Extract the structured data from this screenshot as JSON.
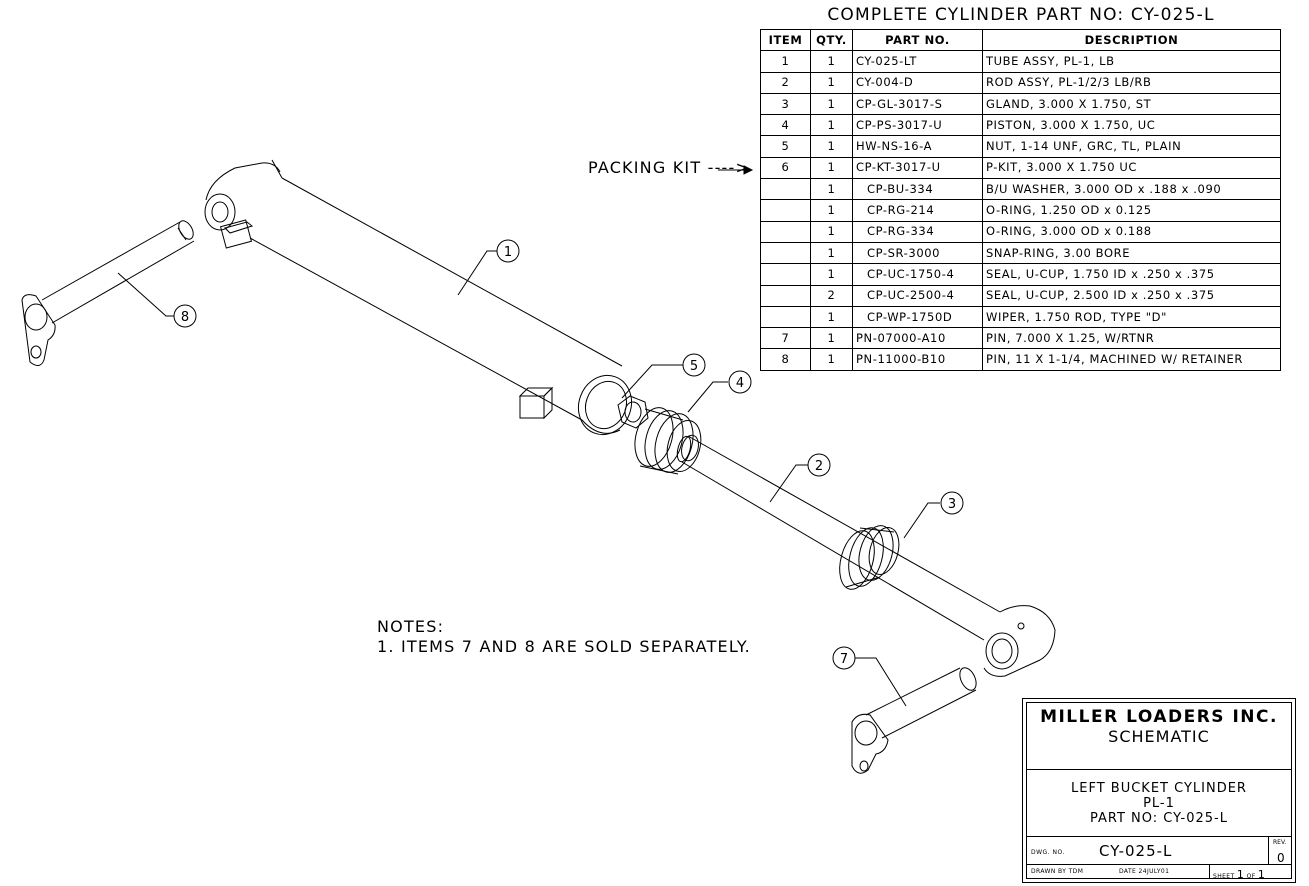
{
  "bom": {
    "title": "COMPLETE CYLINDER PART NO: CY-025-L",
    "headers": {
      "item": "ITEM",
      "qty": "QTY.",
      "part": "PART NO.",
      "desc": "DESCRIPTION"
    },
    "rows": [
      {
        "item": "1",
        "qty": "1",
        "part": "CY-025-LT",
        "desc": "TUBE ASSY, PL-1, LB"
      },
      {
        "item": "2",
        "qty": "1",
        "part": "CY-004-D",
        "desc": "ROD ASSY, PL-1/2/3 LB/RB"
      },
      {
        "item": "3",
        "qty": "1",
        "part": "CP-GL-3017-S",
        "desc": "GLAND, 3.000 X 1.750, ST"
      },
      {
        "item": "4",
        "qty": "1",
        "part": "CP-PS-3017-U",
        "desc": "PISTON, 3.000 X 1.750, UC"
      },
      {
        "item": "5",
        "qty": "1",
        "part": "HW-NS-16-A",
        "desc": "NUT, 1-14 UNF, GRC, TL, PLAIN"
      },
      {
        "item": "6",
        "qty": "1",
        "part": "CP-KT-3017-U",
        "desc": "P-KIT, 3.000 X 1.750 UC"
      },
      {
        "item": "",
        "qty": "1",
        "part": "CP-BU-334",
        "desc": "B/U WASHER, 3.000 OD x .188 x .090",
        "sub": true
      },
      {
        "item": "",
        "qty": "1",
        "part": "CP-RG-214",
        "desc": "O-RING, 1.250 OD x 0.125",
        "sub": true
      },
      {
        "item": "",
        "qty": "1",
        "part": "CP-RG-334",
        "desc": "O-RING, 3.000 OD x 0.188",
        "sub": true
      },
      {
        "item": "",
        "qty": "1",
        "part": "CP-SR-3000",
        "desc": "SNAP-RING, 3.00 BORE",
        "sub": true
      },
      {
        "item": "",
        "qty": "1",
        "part": "CP-UC-1750-4",
        "desc": "SEAL, U-CUP, 1.750 ID x .250 x .375",
        "sub": true
      },
      {
        "item": "",
        "qty": "2",
        "part": "CP-UC-2500-4",
        "desc": "SEAL, U-CUP, 2.500 ID x .250 x .375",
        "sub": true
      },
      {
        "item": "",
        "qty": "1",
        "part": "CP-WP-1750D",
        "desc": "WIPER, 1.750 ROD, TYPE \"D\"",
        "sub": true
      },
      {
        "item": "7",
        "qty": "1",
        "part": "PN-07000-A10",
        "desc": "PIN, 7.000 X 1.25, W/RTNR"
      },
      {
        "item": "8",
        "qty": "1",
        "part": "PN-11000-B10",
        "desc": "PIN, 11 X 1-1/4, MACHINED W/ RETAINER"
      }
    ]
  },
  "packing_kit_label": "PACKING KIT ---->",
  "notes": {
    "heading": "NOTES:",
    "items": [
      "1.  ITEMS 7 AND 8 ARE SOLD SEPARATELY."
    ]
  },
  "balloons": [
    "1",
    "2",
    "3",
    "4",
    "5",
    "7",
    "8"
  ],
  "title_block": {
    "company": "MILLER LOADERS INC.",
    "subtitle": "SCHEMATIC",
    "desc_line1": "LEFT BUCKET CYLINDER",
    "desc_line2": "PL-1",
    "desc_line3": "PART NO: CY-025-L",
    "dwg_label": "DWG. NO.",
    "dwg_no": "CY-025-L",
    "rev_label": "REV.",
    "rev": "0",
    "drawn": "DRAWN BY TDM",
    "date": "DATE  24JULY01",
    "sheet_label": "SHEET",
    "sheet_num": "1",
    "sheet_of": "OF",
    "sheet_total": "1"
  }
}
